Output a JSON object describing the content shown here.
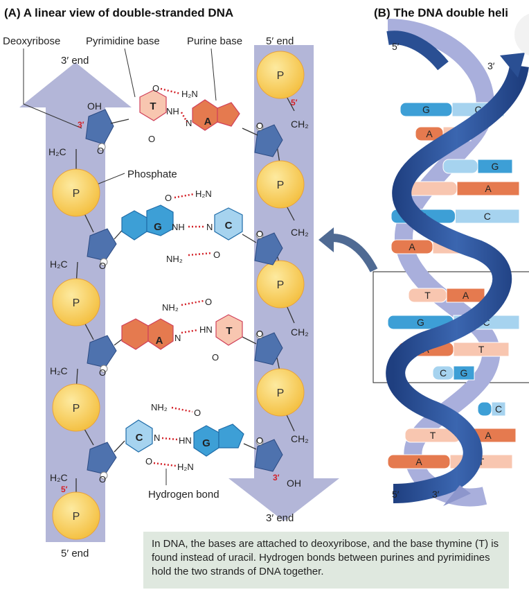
{
  "panel_a": {
    "title": "(A) A linear view of double-stranded DNA",
    "labels": {
      "deoxyribose": "Deoxyribose",
      "pyrimidine": "Pyrimidine base",
      "purine": "Purine base",
      "five_end_top": "5′ end",
      "three_end_top": "3′ end",
      "phosphate": "Phosphate",
      "hydrogen_bond": "Hydrogen bond",
      "three_end_bottom": "3′ end",
      "five_end_bottom": "5′ end"
    },
    "chem": {
      "P": "P",
      "OH": "OH",
      "O": "O",
      "H2C": "H₂C",
      "CH2": "CH₂",
      "H2N": "H₂N",
      "NH2": "NH₂",
      "NH": "NH",
      "HN": "HN",
      "N": "N",
      "prime3": "3′",
      "prime5": "5′"
    },
    "bases": [
      "T",
      "A",
      "G",
      "C",
      "A",
      "T",
      "C",
      "G"
    ]
  },
  "panel_b": {
    "title": "(B) The DNA double heli",
    "labels": {
      "five": "5′",
      "three": "3′"
    },
    "pairs": [
      [
        "G",
        "C"
      ],
      [
        "A",
        ""
      ],
      [
        "",
        "G"
      ],
      [
        "",
        "A"
      ],
      [
        "G",
        "C"
      ],
      [
        "A",
        ""
      ],
      [
        "T",
        "A"
      ],
      [
        "G",
        "C"
      ],
      [
        "A",
        "T"
      ],
      [
        "C",
        "G"
      ],
      [
        "",
        "C"
      ],
      [
        "T",
        "A"
      ],
      [
        "A",
        "T"
      ]
    ]
  },
  "caption": "In DNA, the bases are attached to deoxyribose, and the base thymine (T) is found instead of uracil. Hydrogen bonds between purines and pyrimidines hold the two strands of DNA together.",
  "colors": {
    "backbone": "#b3b6d8",
    "phosphate": "#f6c94c",
    "sugar": "#4e72ae",
    "thymine": "#f8c6b0",
    "adenine": "#e57a4f",
    "guanine": "#3d9fd6",
    "cytosine": "#a6d3ef",
    "helix": "#2a4f93",
    "hbond": "#d32027",
    "caption_bg": "#dfe8df"
  }
}
